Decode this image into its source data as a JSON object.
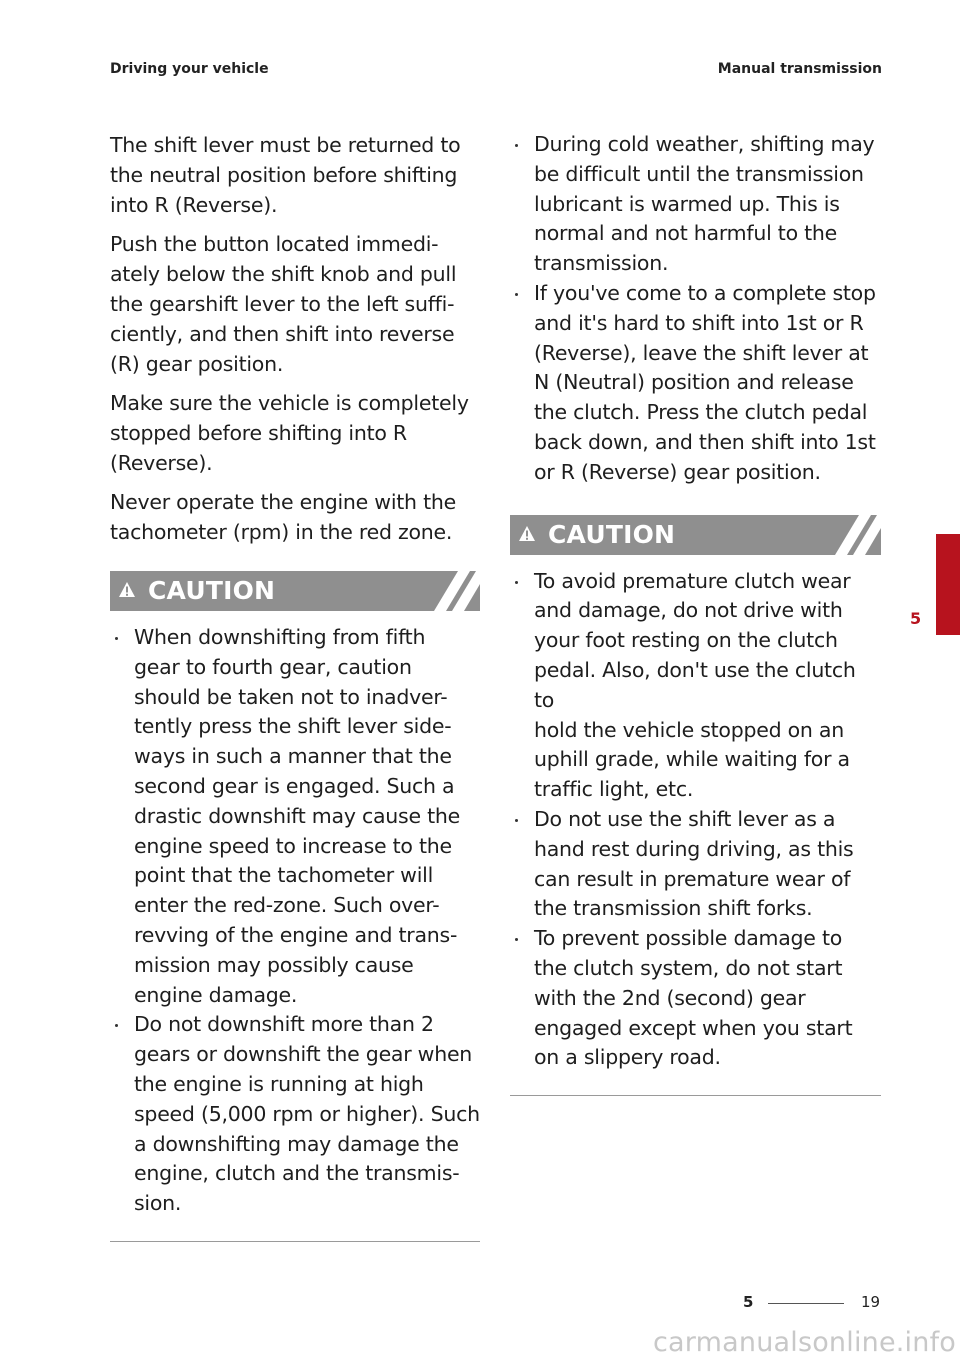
{
  "header": {
    "left": "Driving your vehicle",
    "right": "Manual transmission"
  },
  "left_column": {
    "paragraphs": [
      "The shift lever must be returned to\nthe neutral position before shifting\ninto R (Reverse).",
      "Push the button located immedi-\nately below the shift knob and pull\nthe gearshift lever to the left suffi-\nciently, and then shift into reverse\n(R) gear position.",
      "Make sure the vehicle is completely\nstopped before shifting into R\n(Reverse).",
      "Never operate the engine with the\ntachometer (rpm) in the red zone."
    ],
    "caution": {
      "title": "CAUTION",
      "items": [
        "When downshifting from fifth\ngear to fourth gear, caution\nshould be taken not to inadver-\ntently press the shift lever side-\nways in such a manner that the\nsecond gear is engaged. Such a\ndrastic downshift may cause the\nengine speed to increase to the\npoint that the tachometer will\nenter the red-zone. Such over-\nrevving of the engine and trans-\nmission may possibly cause\nengine damage.",
        "Do not downshift more than 2\ngears or downshift the gear when\nthe engine is running at high\nspeed (5,000 rpm or higher). Such\na downshifting may damage the\nengine, clutch and the transmis-\nsion."
      ]
    }
  },
  "right_column": {
    "bullets": [
      "During cold weather, shifting may\nbe difficult until the transmission\nlubricant is warmed up. This is\nnormal and not harmful to the\ntransmission.",
      "If you've come to a complete stop\nand it's hard to shift into 1st or R\n(Reverse), leave the shift lever at\nN (Neutral) position and release\nthe clutch. Press the clutch pedal\nback down, and then shift into 1st\nor R (Reverse) gear position."
    ],
    "caution": {
      "title": "CAUTION",
      "items": [
        "To avoid premature clutch wear\nand damage, do not drive with\nyour foot resting on the clutch\npedal. Also, don't use the clutch to\nhold the vehicle stopped on an\nuphill grade, while waiting for a\ntraffic light, etc.",
        "Do not use the shift lever as a\nhand rest during driving, as this\ncan result in premature wear of\nthe transmission shift forks.",
        "To prevent possible damage to\nthe clutch system, do not start\nwith the 2nd (second) gear\nengaged except when you start\non a slippery road."
      ]
    }
  },
  "side_tab": {
    "label": "5",
    "color": "#b7131e"
  },
  "footer": {
    "section": "5",
    "page": "19"
  },
  "watermark": "carmanualsonline.info",
  "colors": {
    "caution_bg": "#8f8f8f",
    "accent": "#b7131e"
  }
}
